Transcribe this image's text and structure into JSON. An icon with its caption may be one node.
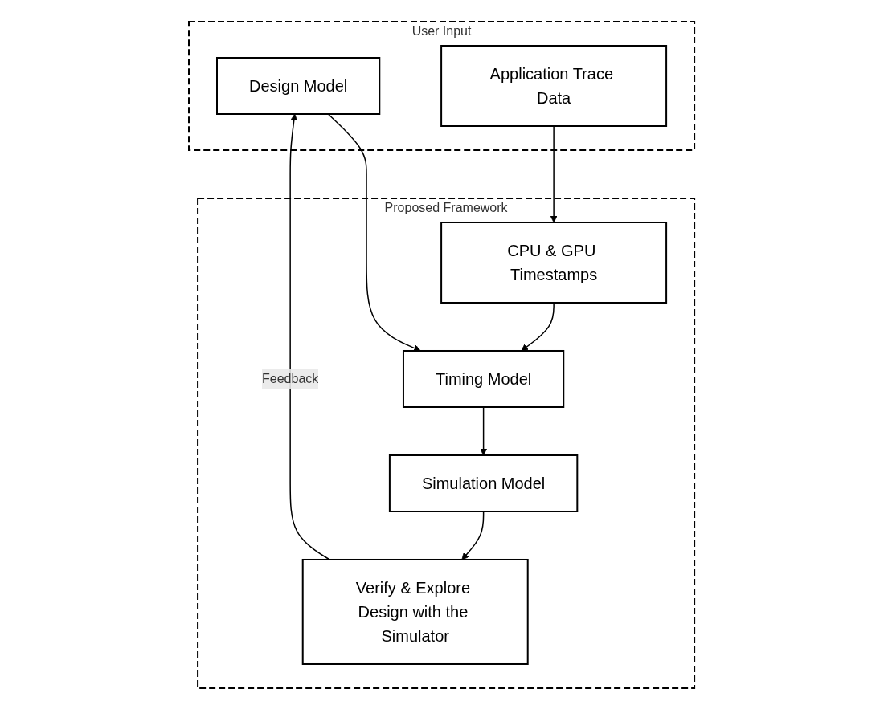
{
  "diagram": {
    "nodes": [
      {
        "text": [
          "User Input"
        ]
      },
      {
        "text": [
          "Design Model"
        ],
        "in": 0
      },
      {
        "text": [
          "Application Trace Data"
        ],
        "in": 0
      },
      {
        "text": [
          "Proposed Framework"
        ]
      },
      {
        "text": [
          "CPU & GPU Timestamps"
        ],
        "in": 3
      },
      {
        "text": [
          "Timing Model"
        ],
        "in": 3
      },
      {
        "text": [
          "Simulation Model"
        ],
        "in": 3
      },
      {
        "text": [
          "Verify & Explore Design with the Simulator"
        ],
        "in": 3
      }
    ],
    "edges": [
      {
        "from": 1,
        "to": 5,
        "arrow": "to"
      },
      {
        "from": 2,
        "to": 4,
        "arrow": "to"
      },
      {
        "from": 4,
        "to": 5,
        "arrow": "to"
      },
      {
        "from": 5,
        "to": 6,
        "arrow": "to"
      },
      {
        "from": 6,
        "to": 7,
        "arrow": "to"
      },
      {
        "from": 7,
        "to": 1,
        "arrow": "to",
        "label": "Feedback"
      }
    ]
  }
}
